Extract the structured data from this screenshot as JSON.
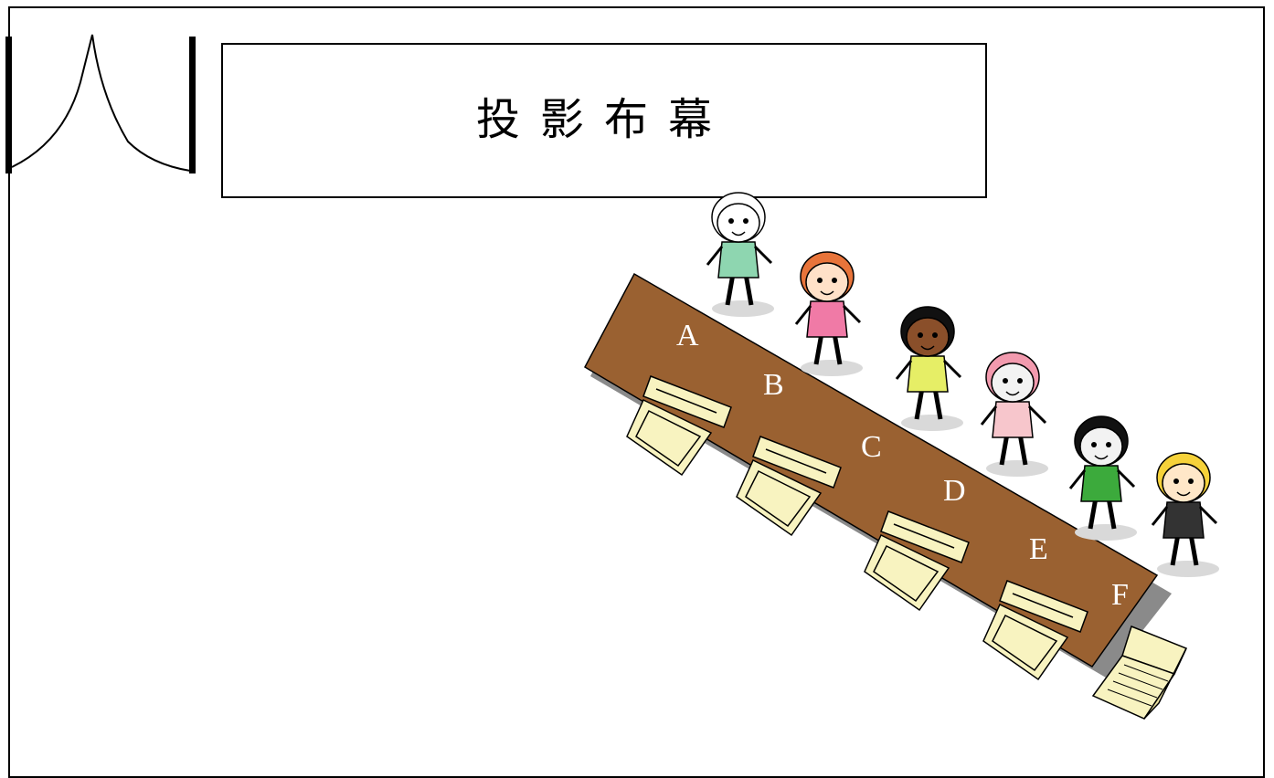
{
  "screen": {
    "title": "投影布幕"
  },
  "seats": {
    "labels": [
      "A",
      "B",
      "C",
      "D",
      "E",
      "F"
    ]
  },
  "colors": {
    "table": "#9a6131",
    "table_shadow": "#8a8a8a",
    "computer": "#f8f3c0",
    "outline": "#000000"
  }
}
